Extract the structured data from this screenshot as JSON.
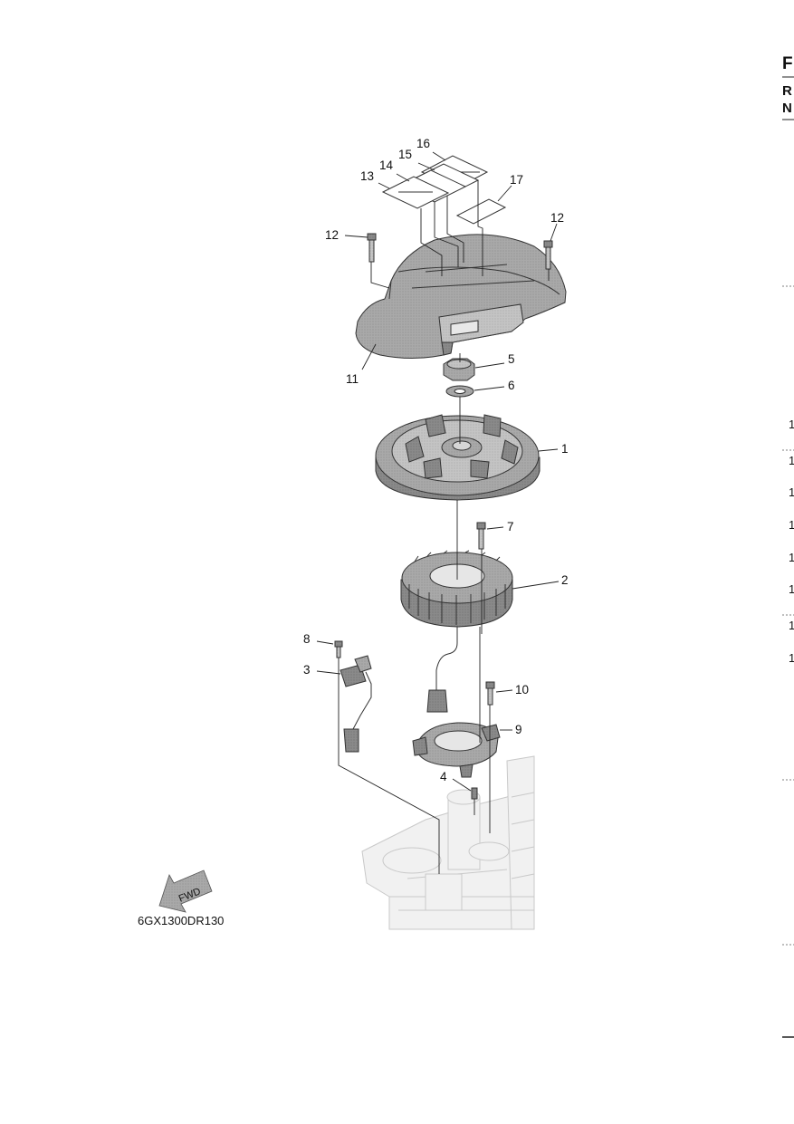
{
  "diagram_code": "6GX1300DR130",
  "fwd_label": "FWD",
  "right_edge": {
    "header_letters": [
      "F",
      "R",
      "N"
    ],
    "row_ones": [
      "1",
      "1",
      "1",
      "1",
      "1",
      "1",
      "1",
      "1"
    ]
  },
  "callouts": [
    "1",
    "2",
    "3",
    "4",
    "5",
    "6",
    "7",
    "8",
    "9",
    "10",
    "11",
    "12",
    "12",
    "13",
    "14",
    "15",
    "16",
    "17"
  ]
}
